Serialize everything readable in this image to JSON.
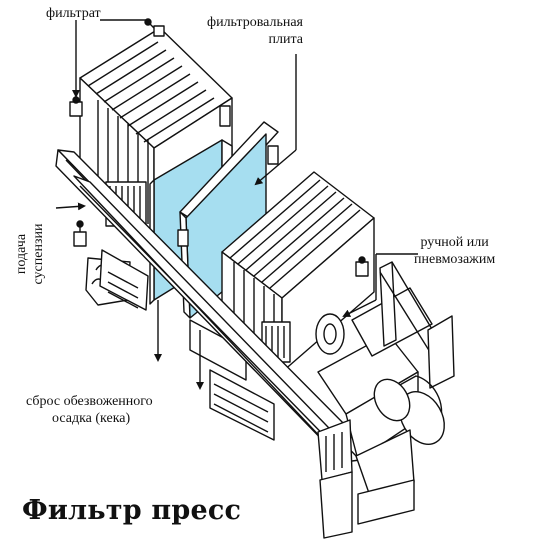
{
  "title": "Фильтр пресс",
  "labels": {
    "filtrate": "фильтрат",
    "plate_line1": "фильтровальная",
    "plate_line2": "плита",
    "feed_line1": "подача",
    "feed_line2": "суспензии",
    "clamp_line1": "ручной или",
    "clamp_line2": "пневмозажим",
    "cake_line1": "сброс обезвоженного",
    "cake_line2": "осадка (кека)"
  },
  "colors": {
    "plate_fill": "#a6def0",
    "line": "#111111",
    "background": "#ffffff"
  }
}
